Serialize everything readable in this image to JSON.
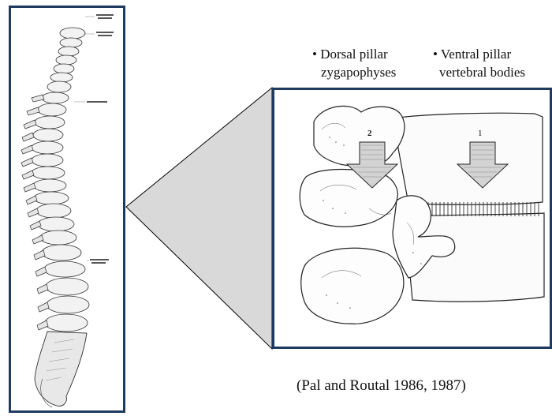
{
  "figure": {
    "labels": {
      "dorsal_line1": "• Dorsal pillar",
      "dorsal_line2": "zygapophyses",
      "ventral_line1": "• Ventral pillar",
      "ventral_line2": "vertebral bodies"
    },
    "arrow_numbers": [
      "2",
      "1"
    ],
    "citation": "(Pal and Routal 1986, 1987)"
  },
  "colors": {
    "frame": "#1f3a5f",
    "connector_fill": "#d9d9d9"
  }
}
